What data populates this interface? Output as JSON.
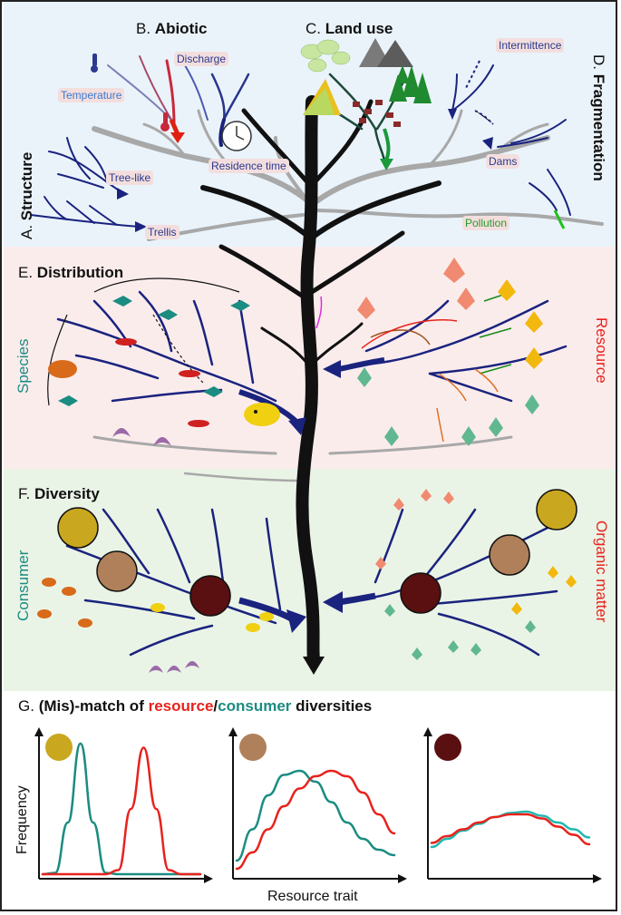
{
  "panels": {
    "A": {
      "letter": "A.",
      "title": "Structure",
      "chips": {
        "tree": "Tree-like",
        "trellis": "Trellis"
      }
    },
    "B": {
      "letter": "B.",
      "title": "Abiotic",
      "chips": {
        "temperature": "Temperature",
        "discharge": "Discharge",
        "residence": "Residence time"
      }
    },
    "C": {
      "letter": "C.",
      "title": "Land use"
    },
    "D": {
      "letter": "D.",
      "title": "Fragmentation",
      "chips": {
        "intermittence": "Intermittence",
        "dams": "Dams",
        "pollution": "Pollution"
      }
    },
    "E": {
      "letter": "E.",
      "title": "Distribution",
      "left_label": "Species",
      "right_label": "Resource"
    },
    "F": {
      "letter": "F.",
      "title": "Diversity",
      "left_label": "Consumer",
      "right_label": "Organic matter"
    },
    "G": {
      "letter": "G.",
      "title_parts": {
        "prefix": "(Mis)-match of ",
        "resource": "resource",
        "slash": "/",
        "consumer": "consumer",
        "suffix": " diversities"
      },
      "ylabel": "Frequency",
      "xlabel": "Resource trait"
    }
  },
  "colors": {
    "resource": "#e8221c",
    "consumer": "#1b8c82",
    "consumer_light": "#22b8b0",
    "river": "#1a237e",
    "tree": "#111111",
    "band_top": "#eaf3fa",
    "band_mid": "#fbecec",
    "band_low": "#eaf4e6",
    "disk_1": "#c9a820",
    "disk_2": "#b0805a",
    "disk_3": "#5a1010"
  },
  "chart_data": [
    {
      "type": "line",
      "indicator": "disk_1",
      "series": [
        {
          "color": "consumer",
          "x": [
            0,
            0.08,
            0.16,
            0.24,
            0.32,
            0.4,
            0.48,
            0.56,
            0.64,
            0.72,
            0.8,
            0.88,
            0.96,
            1.0
          ],
          "y": [
            0.02,
            0.03,
            0.4,
            0.98,
            0.4,
            0.03,
            0.02,
            0.02,
            0.02,
            0.02,
            0.02,
            0.02,
            0.02,
            0.02
          ]
        },
        {
          "color": "resource",
          "x": [
            0,
            0.08,
            0.16,
            0.24,
            0.32,
            0.4,
            0.48,
            0.56,
            0.64,
            0.72,
            0.8,
            0.88,
            0.96,
            1.0
          ],
          "y": [
            0.02,
            0.02,
            0.02,
            0.02,
            0.02,
            0.02,
            0.05,
            0.5,
            0.95,
            0.5,
            0.05,
            0.02,
            0.02,
            0.02
          ]
        }
      ]
    },
    {
      "type": "line",
      "indicator": "disk_2",
      "series": [
        {
          "color": "consumer",
          "x": [
            0,
            0.1,
            0.2,
            0.3,
            0.4,
            0.5,
            0.6,
            0.7,
            0.8,
            0.9,
            1.0
          ],
          "y": [
            0.12,
            0.35,
            0.6,
            0.75,
            0.78,
            0.7,
            0.55,
            0.4,
            0.28,
            0.2,
            0.16
          ]
        },
        {
          "color": "resource",
          "x": [
            0,
            0.1,
            0.2,
            0.3,
            0.4,
            0.5,
            0.6,
            0.7,
            0.8,
            0.9,
            1.0
          ],
          "y": [
            0.06,
            0.18,
            0.35,
            0.52,
            0.65,
            0.74,
            0.78,
            0.74,
            0.62,
            0.46,
            0.32
          ]
        }
      ]
    },
    {
      "type": "line",
      "indicator": "disk_3",
      "series": [
        {
          "color": "consumer_light",
          "x": [
            0,
            0.1,
            0.2,
            0.3,
            0.4,
            0.5,
            0.6,
            0.7,
            0.8,
            0.9,
            1.0
          ],
          "y": [
            0.22,
            0.28,
            0.34,
            0.39,
            0.44,
            0.47,
            0.48,
            0.45,
            0.4,
            0.35,
            0.29
          ]
        },
        {
          "color": "resource",
          "x": [
            0,
            0.1,
            0.2,
            0.3,
            0.4,
            0.5,
            0.6,
            0.7,
            0.8,
            0.9,
            1.0
          ],
          "y": [
            0.25,
            0.3,
            0.35,
            0.4,
            0.44,
            0.46,
            0.46,
            0.43,
            0.37,
            0.31,
            0.24
          ]
        }
      ]
    }
  ]
}
